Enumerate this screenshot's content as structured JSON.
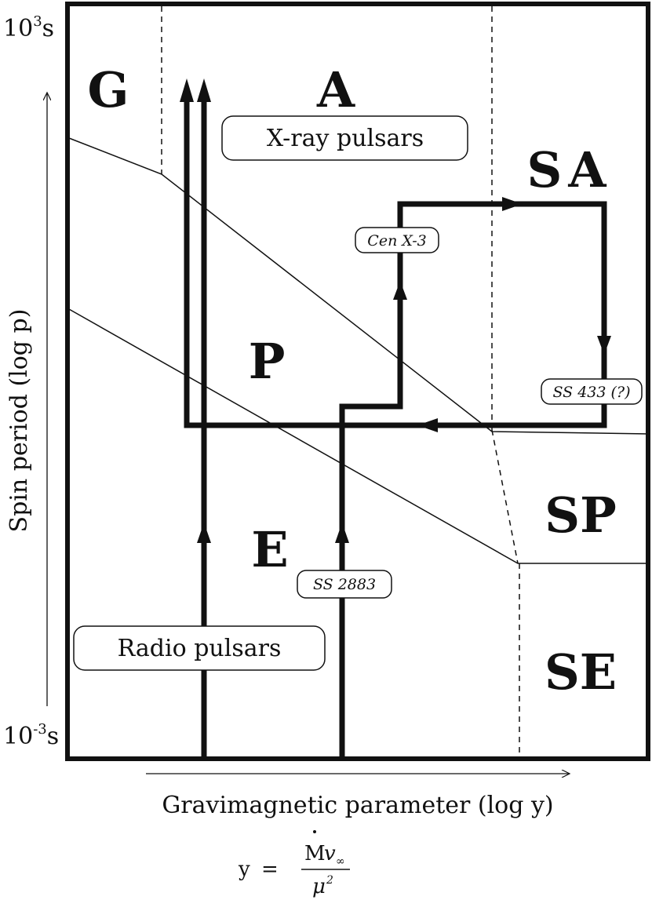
{
  "y_axis": {
    "label": "Spin period (log p)",
    "tick_top": "10",
    "tick_top_exp": "3",
    "tick_top_unit": "s",
    "tick_bottom": "10",
    "tick_bottom_exp": "-3",
    "tick_bottom_unit": "s"
  },
  "x_axis": {
    "label": "Gravimagnetic parameter (log y)"
  },
  "regions": {
    "G": "G",
    "A": "A",
    "SA": "SA",
    "P": "P",
    "SP": "SP",
    "E": "E",
    "SE": "SE"
  },
  "boxes": {
    "xray": "X-ray pulsars",
    "radio": "Radio pulsars"
  },
  "objects": {
    "cen": "Cen X-3",
    "ss433": "SS 433 (?)",
    "ss2883": "SS 2883"
  },
  "formula": {
    "lhs": "y",
    "eq": "=",
    "num_M": "M",
    "num_v": "v",
    "num_sub": "∞",
    "den": "μ",
    "den_sup": "2"
  }
}
